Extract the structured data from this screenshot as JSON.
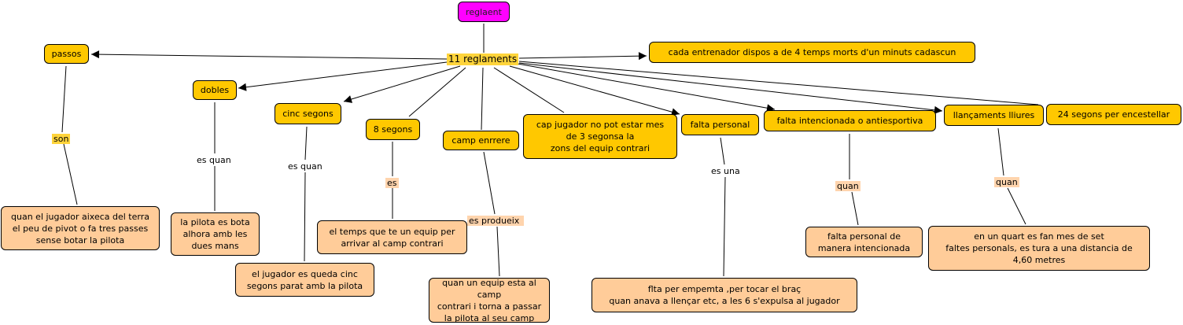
{
  "root": "reglaent",
  "hub": "11 reglaments",
  "concepts": {
    "passos": "passos",
    "temps": "cada entrenador dispos a de 4 temps morts d'un minuts cadascun",
    "dobles": "dobles",
    "cinc": "cinc segons",
    "vuit": "8 segons",
    "camp": "camp enrrere",
    "cap": "cap jugador no pot estar mes\nde 3 segonsa la\nzons del equip contrari",
    "falta_personal": "falta personal",
    "falta_int": "falta intencionada o antiesportiva",
    "llanc": "llançaments lliures",
    "vint": "24 segons per encestellar"
  },
  "links": {
    "son": "son",
    "es_quan1": "es quan",
    "es_quan2": "es quan",
    "es": "es",
    "es_produeix": "es produeix",
    "es_una": "es una",
    "quan1": "quan",
    "quan2": "quan"
  },
  "details": {
    "passos": "quan el jugador aixeca del terra\nel peu de pivot o fa tres passes\nsense botar la pilota",
    "dobles": "la pilota es bota\nalhora amb les\ndues mans",
    "vuit": "el temps que te un equip per\narrivar al camp contrari",
    "cinc": "el jugador es queda cinc\nsegons parat amb la pilota",
    "camp": "quan un equip esta al camp\ncontrari i torna a passar\nla pilota al seu camp",
    "falta_personal": "flta per empemta ,per tocar el braç\nquan anava a llençar etc, a les 6 s'expulsa al jugador",
    "falta_int": "falta personal de\nmanera intencionada",
    "llanc": "en un quart es fan mes de set\nfaltes personals, es tura a una distancia de\n4,60 metres"
  },
  "colors": {
    "concept": "#ffc800",
    "detail": "#ffcc99",
    "root": "#ff00ff"
  }
}
